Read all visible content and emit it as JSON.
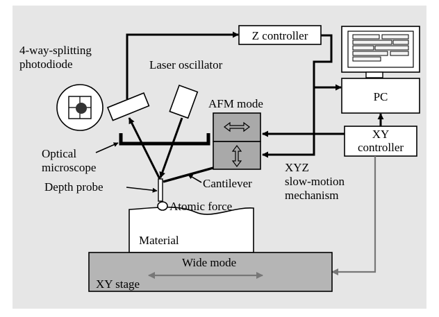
{
  "colors": {
    "panel_bg": "#e6e6e6",
    "stage_fill": "#b5b5b5",
    "afm_fill": "#a9a9a9",
    "wire": "#000000",
    "grey_wire": "#777777",
    "box_fill": "#ffffff"
  },
  "labels": {
    "z_controller": "Z controller",
    "photodiode_line1": "4-way-splitting",
    "photodiode_line2": "photodiode",
    "laser_oscillator": "Laser oscillator",
    "afm_mode": "AFM mode",
    "pc": "PC",
    "xy_controller_line1": "XY",
    "xy_controller_line2": "controller",
    "optical_line1": "Optical",
    "optical_line2": "microscope",
    "xyz_line1": "XYZ",
    "xyz_line2": "slow-motion",
    "xyz_line3": "mechanism",
    "depth_probe": "Depth probe",
    "cantilever": "Cantilever",
    "atomic_force": "Atomic force",
    "material": "Material",
    "wide_mode": "Wide mode",
    "xy_stage": "XY stage"
  }
}
